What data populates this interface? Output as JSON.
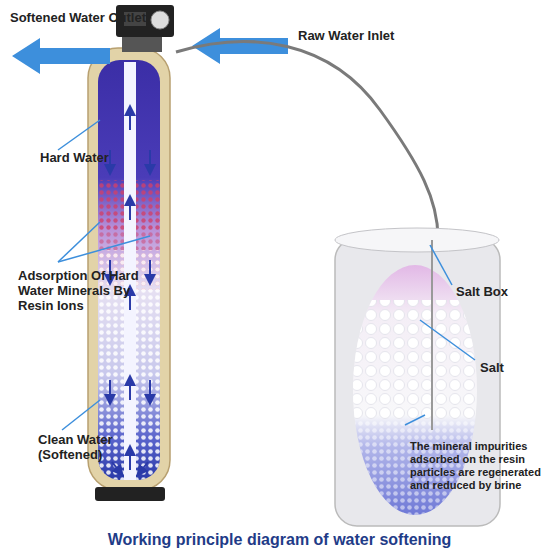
{
  "diagram": {
    "caption": "Working principle diagram of water softening",
    "labels": [
      "Softened Water Outlet",
      "Raw Water Inlet",
      "Hard Water",
      "Adsorption Of Hard Water Minerals By Resin Ions",
      "Salt Box",
      "Salt",
      "Clean Water (Softened)",
      "The mineral impurities adsorbed on the resin particles are regenerated and reduced by brine"
    ]
  }
}
